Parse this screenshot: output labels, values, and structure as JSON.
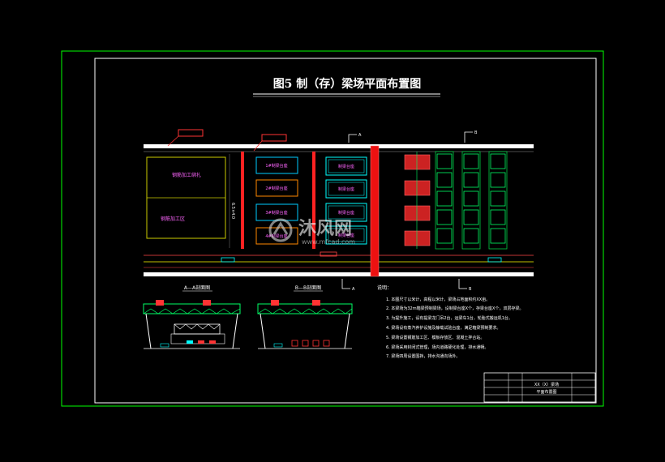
{
  "drawing": {
    "title": "图5  制（存）梁场平面布置图"
  },
  "plan": {
    "zone_left_1": "钢筋加工绑扎",
    "zone_left_2": "钢筋加工区",
    "magenta_boxes": [
      "1#制梁台座",
      "2#制梁台座",
      "3#制梁台座",
      "4#制梁台座"
    ],
    "green_boxes": [
      "制梁台座",
      "制梁台座",
      "制梁台座",
      "制梁台座"
    ],
    "section_mark_a": "A",
    "section_mark_b": "B"
  },
  "sections": {
    "left_label": "A—A剖面图",
    "right_label": "B—B剖面图"
  },
  "notes": {
    "heading": "说明：",
    "items": [
      "1. 本图尺寸以米计，高程以米计，梁场占地面积约XX亩。",
      "2. 本梁场为32m箱梁预制梁场，设制梁台座X个，存梁台座X个，双层存梁。",
      "3. 为提升施工，设有提梁龙门吊2台，运梁车1台，轮胎式搬运机1台。",
      "4. 梁场设有蒸汽养护设施及静载试验台座，满足箱梁预制要求。",
      "5. 梁场设置钢筋加工区、模板存放区、混凝土拌合站。",
      "6. 梁场采用封闭式管理，场内道路硬化处理，排水通畅。",
      "7. 梁场四周设置围挡，排水沟通向场外。"
    ]
  },
  "title_block": {
    "line1": "XX（X）梁场",
    "line2": "平面布置图"
  },
  "watermark": {
    "cn": "沐风网",
    "url": "www.mfcad.com"
  }
}
